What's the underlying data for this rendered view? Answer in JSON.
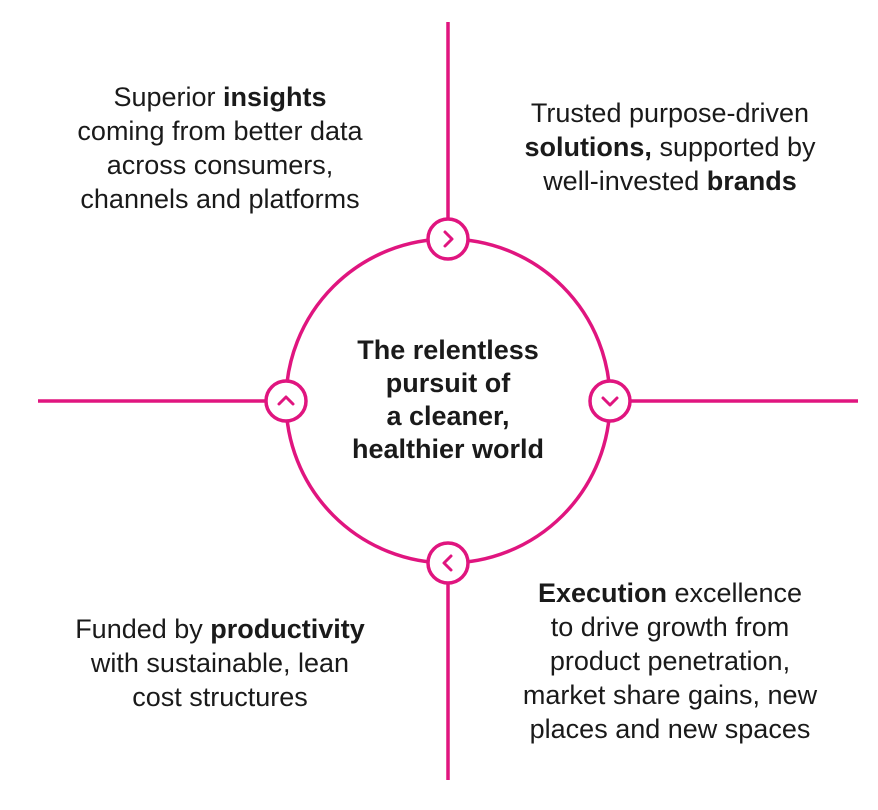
{
  "colors": {
    "accent": "#e0157f",
    "text": "#1a1a1a",
    "background": "#ffffff"
  },
  "center": {
    "line1": "The relentless",
    "line2": "pursuit of",
    "line3": "a cleaner,",
    "line4": "healthier world"
  },
  "quadrants": {
    "top_left": {
      "pre": "Superior ",
      "bold": "insights",
      "post1": "coming from better data",
      "post2": "across consumers,",
      "post3": "channels and platforms"
    },
    "top_right": {
      "line1": "Trusted purpose-driven",
      "bold1": "solutions,",
      "mid": " supported by",
      "pre2": "well-invested ",
      "bold2": "brands"
    },
    "bottom_left": {
      "pre": "Funded by ",
      "bold": "productivity",
      "line2": "with sustainable, lean",
      "line3": "cost structures"
    },
    "bottom_right": {
      "bold": "Execution",
      "post": " excellence",
      "line2": "to drive growth from",
      "line3": "product penetration,",
      "line4": "market share gains, new",
      "line5": "places and new spaces"
    }
  },
  "markers": [
    {
      "position": "top",
      "icon": "chevron-right-icon"
    },
    {
      "position": "right",
      "icon": "chevron-down-icon"
    },
    {
      "position": "bottom",
      "icon": "chevron-left-icon"
    },
    {
      "position": "left",
      "icon": "chevron-up-icon"
    }
  ]
}
